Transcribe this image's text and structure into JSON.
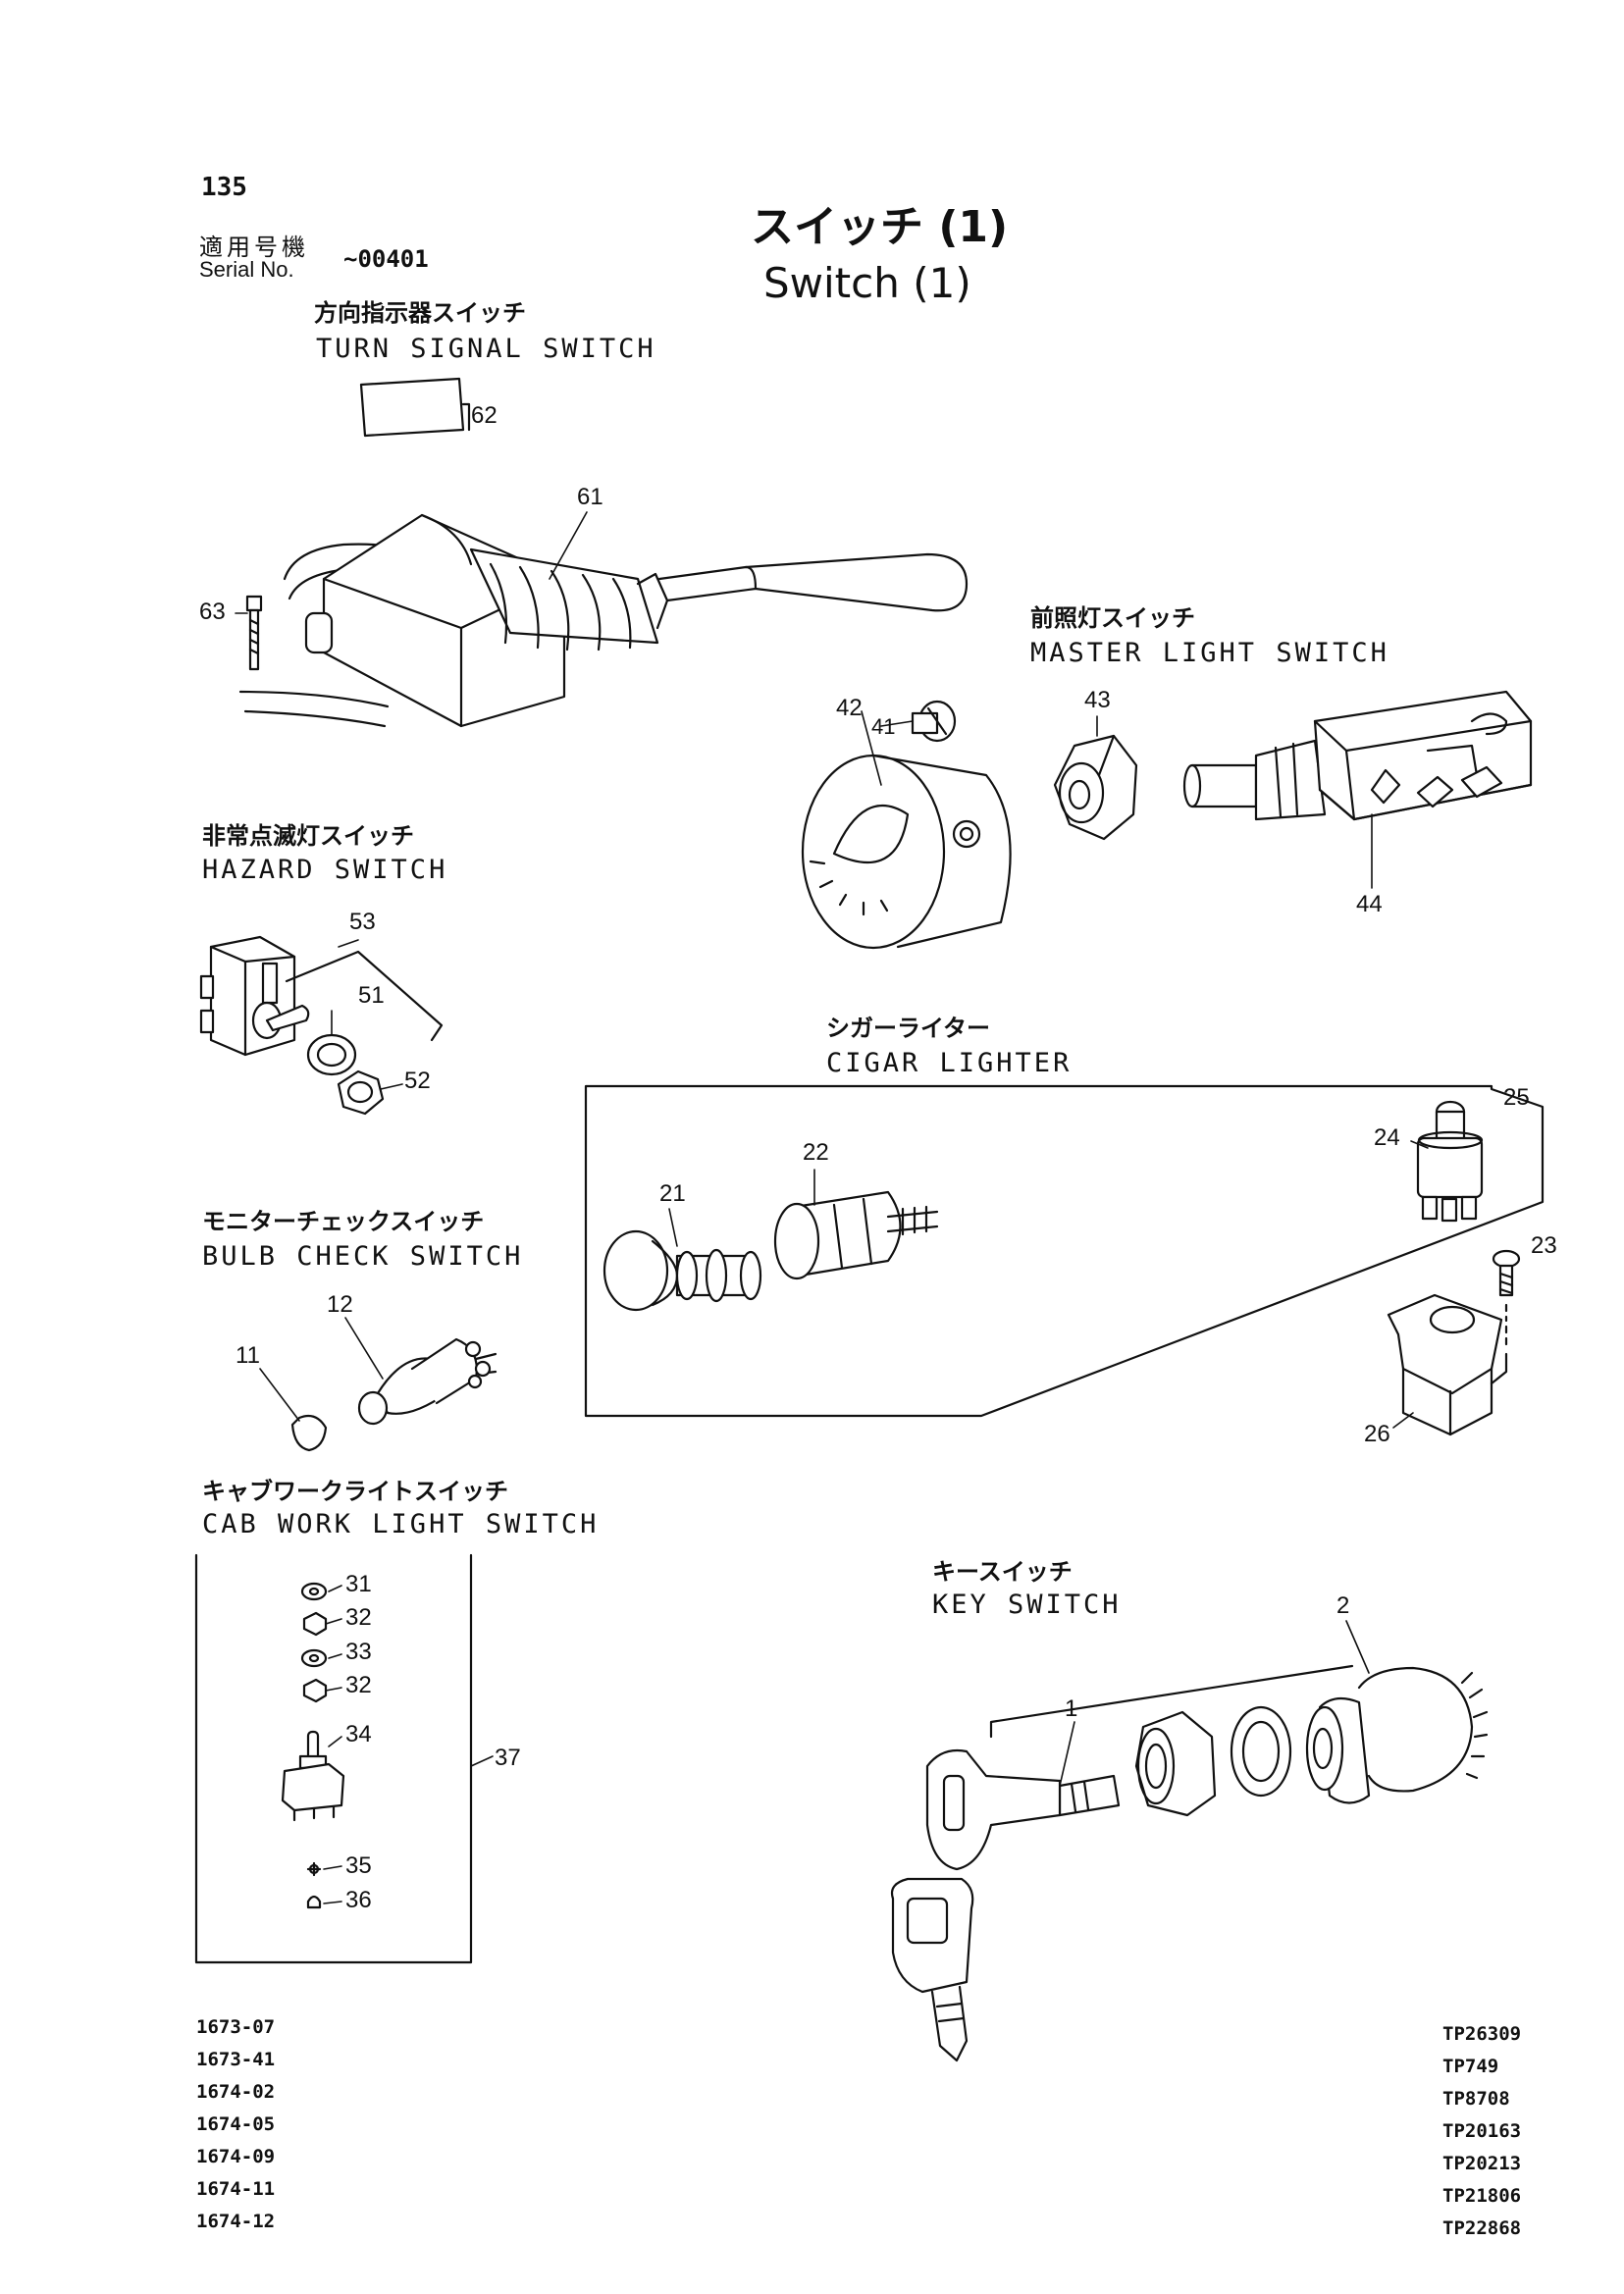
{
  "page_number": "135",
  "title": {
    "jp": "スイッチ (1)",
    "en": "Switch (1)"
  },
  "serial": {
    "label_jp": "適用号機",
    "label_en": "Serial No.",
    "value": "~00401"
  },
  "sections": {
    "turn_signal": {
      "jp": "方向指示器スイッチ",
      "en": "TURN SIGNAL SWITCH"
    },
    "master_light": {
      "jp": "前照灯スイッチ",
      "en": "MASTER LIGHT SWITCH"
    },
    "hazard": {
      "jp": "非常点滅灯スイッチ",
      "en": "HAZARD SWITCH"
    },
    "cigar": {
      "jp": "シガーライター",
      "en": "CIGAR LIGHTER"
    },
    "bulb_check": {
      "jp": "モニターチェックスイッチ",
      "en": "BULB CHECK SWITCH"
    },
    "cab_work": {
      "jp": "キャブワークライトスイッチ",
      "en": "CAB WORK LIGHT SWITCH"
    },
    "key": {
      "jp": "キースイッチ",
      "en": "KEY SWITCH"
    }
  },
  "callouts": {
    "p62": "62",
    "p61": "61",
    "p63": "63",
    "p42": "42",
    "p41": "41",
    "p43": "43",
    "p44": "44",
    "p53": "53",
    "p51": "51",
    "p52": "52",
    "p22": "22",
    "p21": "21",
    "p25": "25",
    "p24": "24",
    "p23": "23",
    "p26": "26",
    "p12": "12",
    "p11": "11",
    "p31": "31",
    "p32a": "32",
    "p33": "33",
    "p32b": "32",
    "p34": "34",
    "p37": "37",
    "p35": "35",
    "p36": "36",
    "p1": "1",
    "p2": "2"
  },
  "drawing_numbers_left": [
    "1673-07",
    "1673-41",
    "1674-02",
    "1674-05",
    "1674-09",
    "1674-11",
    "1674-12"
  ],
  "drawing_numbers_right": [
    "TP26309",
    "TP749",
    "TP8708",
    "TP20163",
    "TP20213",
    "TP21806",
    "TP22868"
  ]
}
